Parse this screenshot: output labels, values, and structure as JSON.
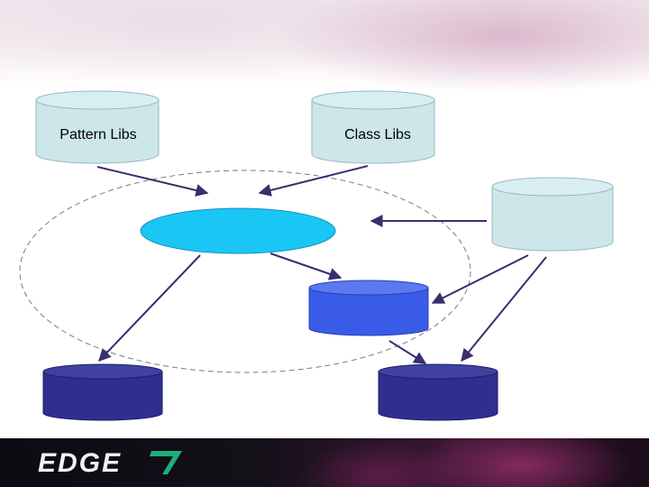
{
  "slide": {
    "cylinders": {
      "pattern_libs": {
        "label": "Pattern Libs"
      },
      "class_libs": {
        "label": "Class Libs"
      }
    }
  },
  "footer": {
    "logo_text": "EDGE"
  },
  "colors": {
    "light_cylinder": "#cde6ea",
    "central_ellipse": "#1ac6f3",
    "mid_blue_cylinder": "#3a5be8",
    "dark_navy_cylinder": "#2e2f8e",
    "arrow": "#3a2e6e"
  }
}
